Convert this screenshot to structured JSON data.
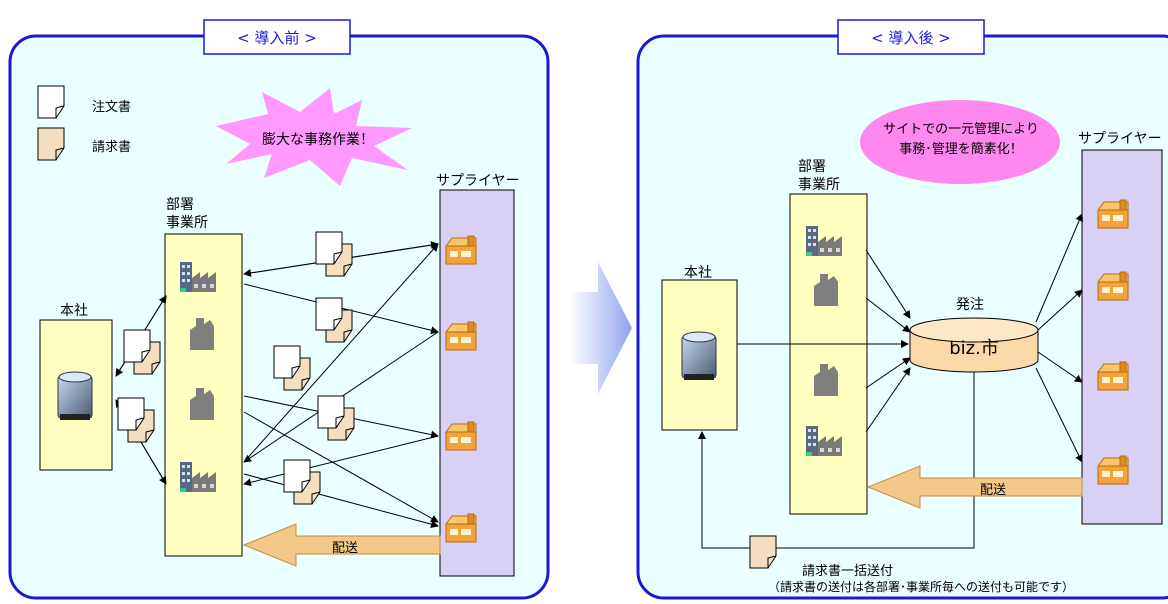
{
  "before": {
    "title": "< 導入前 >",
    "legend": [
      {
        "label": "注文書",
        "color": "#ffffff"
      },
      {
        "label": "請求書",
        "color": "#f5dfc0"
      }
    ],
    "burst_text": "膨大な事務作業！",
    "hq_label": "本社",
    "dept_label_line1": "部署",
    "dept_label_line2": "事業所",
    "supplier_label": "サプライヤー",
    "delivery_label": "配送"
  },
  "after": {
    "title": "< 導入後 >",
    "bubble_line1": "サイトでの一元管理により",
    "bubble_line2": "事務･管理を簡素化！",
    "hq_label": "本社",
    "dept_label_line1": "部署",
    "dept_label_line2": "事業所",
    "supplier_label": "サプライヤー",
    "order_label": "発注",
    "hub_label": "biz.市",
    "delivery_label": "配送",
    "invoice_label": "請求書一括送付",
    "invoice_note": "（請求書の送付は各部署･事業所毎への送付も可能です）"
  },
  "colors": {
    "panel_border": "#1a1ad6",
    "panel_fill": "#eaffff",
    "dept_fill": "#ffffc0",
    "supplier_fill": "#d9d0f5",
    "arrow_fill": "#f3c98a",
    "burst_fill": "#ff99ff",
    "bubble_fill": "#ff88ee",
    "hub_fill": "#fbd8a8"
  }
}
